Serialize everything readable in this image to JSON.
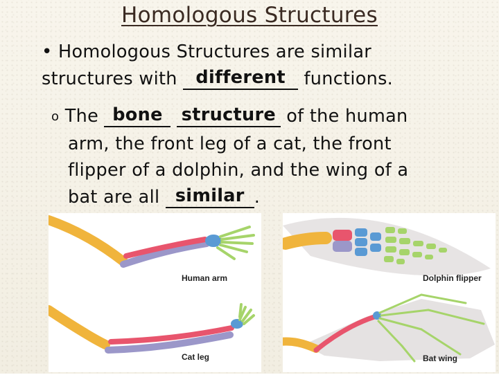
{
  "slide": {
    "title": "Homologous Structures",
    "bullet1": {
      "line1": "Homologous Structures are similar",
      "line2_start": "structures with ",
      "blank": "different",
      "line2_end": " functions."
    },
    "bullet2": {
      "prefix": "The ",
      "blank1": "bone",
      "blank2": "structure",
      "line1_end": " of the human",
      "line2": "arm, the front leg of a cat, the front",
      "line3": "flipper of a dolphin, and the wing of a",
      "line4_start": "bat are all ",
      "blank3": "similar",
      "line4_end": "."
    }
  },
  "figure": {
    "labels": {
      "human_arm": "Human arm",
      "cat_leg": "Cat leg",
      "dolphin_flipper": "Dolphin flipper",
      "bat_wing": "Bat wing"
    },
    "bone_colors": {
      "humerus": "#f0b43c",
      "radius": "#e8556d",
      "ulna": "#9b97c9",
      "carpals": "#5a9ad4",
      "phalanges": "#a6d46a"
    }
  }
}
